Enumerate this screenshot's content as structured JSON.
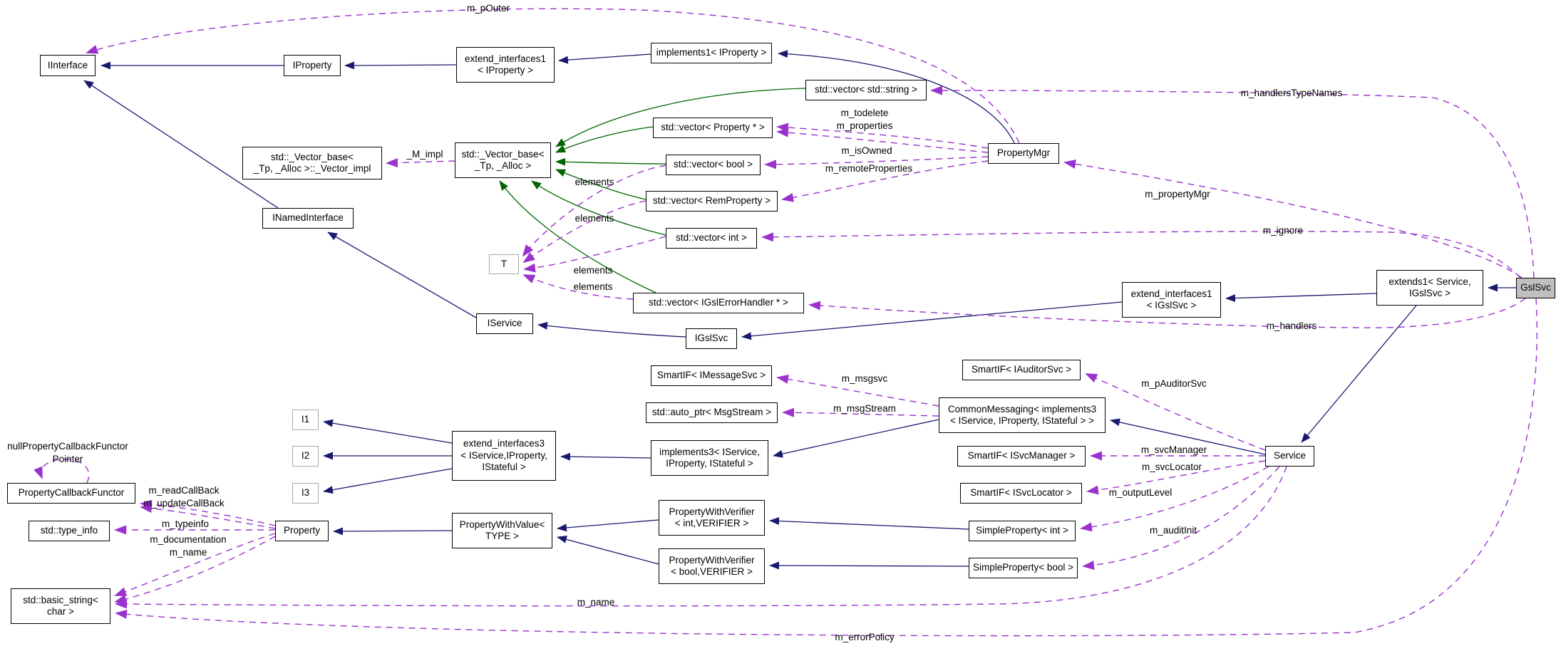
{
  "colors": {
    "inheritance_edge": "#191970",
    "usage_edge": "#9a32cd",
    "template_edge": "#006400",
    "node_fill": "#ffffff",
    "focus_node_fill": "#bfbfbf",
    "node_border": "#000000",
    "template_param_border": "#a8a8a8"
  },
  "nodes": [
    {
      "id": "IInterface",
      "label": "IInterface"
    },
    {
      "id": "IProperty",
      "label": "IProperty"
    },
    {
      "id": "extend_interfaces1_IProperty",
      "label": "extend_interfaces1\n< IProperty >"
    },
    {
      "id": "implements1_IProperty",
      "label": "implements1< IProperty >"
    },
    {
      "id": "vector_string",
      "label": "std::vector< std::string >"
    },
    {
      "id": "vector_Property_ptr",
      "label": "std::vector< Property * >"
    },
    {
      "id": "vector_bool",
      "label": "std::vector< bool >"
    },
    {
      "id": "vector_RemProperty",
      "label": "std::vector< RemProperty >"
    },
    {
      "id": "vector_int",
      "label": "std::vector< int >"
    },
    {
      "id": "Vector_base_Vector_impl",
      "label": "std::_Vector_base<\n_Tp, _Alloc >::_Vector_impl"
    },
    {
      "id": "Vector_base",
      "label": "std::_Vector_base<\n_Tp, _Alloc >"
    },
    {
      "id": "INamedInterface",
      "label": "INamedInterface"
    },
    {
      "id": "T",
      "label": "T"
    },
    {
      "id": "vector_IGslErrorHandler",
      "label": "std::vector< IGslErrorHandler * >"
    },
    {
      "id": "IService",
      "label": "IService"
    },
    {
      "id": "IGslSvc",
      "label": "IGslSvc"
    },
    {
      "id": "PropertyMgr",
      "label": "PropertyMgr"
    },
    {
      "id": "extend_interfaces1_IGslSvc",
      "label": "extend_interfaces1\n< IGslSvc >"
    },
    {
      "id": "extends1_Service_IGslSvc",
      "label": "extends1< Service,\nIGslSvc >"
    },
    {
      "id": "GslSvc",
      "label": "GslSvc"
    },
    {
      "id": "SmartIF_IMessageSvc",
      "label": "SmartIF< IMessageSvc >"
    },
    {
      "id": "auto_ptr_MsgStream",
      "label": "std::auto_ptr< MsgStream >"
    },
    {
      "id": "CommonMessaging",
      "label": "CommonMessaging< implements3\n< IService, IProperty, IStateful > >"
    },
    {
      "id": "SmartIF_IAuditorSvc",
      "label": "SmartIF< IAuditorSvc >"
    },
    {
      "id": "I1",
      "label": "I1"
    },
    {
      "id": "I2",
      "label": "I2"
    },
    {
      "id": "I3",
      "label": "I3"
    },
    {
      "id": "extend_interfaces3",
      "label": "extend_interfaces3\n< IService,IProperty,\nIStateful >"
    },
    {
      "id": "implements3",
      "label": "implements3< IService,\nIProperty, IStateful >"
    },
    {
      "id": "SmartIF_ISvcManager",
      "label": "SmartIF< ISvcManager >"
    },
    {
      "id": "SmartIF_ISvcLocator",
      "label": "SmartIF< ISvcLocator >"
    },
    {
      "id": "Service",
      "label": "Service"
    },
    {
      "id": "PropertyCallbackFunctor",
      "label": "PropertyCallbackFunctor"
    },
    {
      "id": "type_info",
      "label": "std::type_info"
    },
    {
      "id": "Property",
      "label": "Property"
    },
    {
      "id": "PropertyWithValue",
      "label": "PropertyWithValue<\nTYPE >"
    },
    {
      "id": "PropertyWithVerifier_int",
      "label": "PropertyWithVerifier\n< int,VERIFIER >"
    },
    {
      "id": "PropertyWithVerifier_bool",
      "label": "PropertyWithVerifier\n< bool,VERIFIER >"
    },
    {
      "id": "SimpleProperty_int",
      "label": "SimpleProperty< int >"
    },
    {
      "id": "SimpleProperty_bool",
      "label": "SimpleProperty< bool >"
    },
    {
      "id": "basic_string_char",
      "label": "std::basic_string<\nchar >"
    }
  ],
  "edge_labels": [
    {
      "text": "m_pOuter"
    },
    {
      "text": "_M_impl"
    },
    {
      "text": "m_todelete"
    },
    {
      "text": "m_properties"
    },
    {
      "text": "m_isOwned"
    },
    {
      "text": "m_remoteProperties"
    },
    {
      "text": "m_handlersTypeNames"
    },
    {
      "text": "m_propertyMgr"
    },
    {
      "text": "m_ignore"
    },
    {
      "text": "elements"
    },
    {
      "text": "elements"
    },
    {
      "text": "elements"
    },
    {
      "text": "elements"
    },
    {
      "text": "m_handlers"
    },
    {
      "text": "m_msgsvc"
    },
    {
      "text": "m_msgStream"
    },
    {
      "text": "m_pAuditorSvc"
    },
    {
      "text": "m_svcManager"
    },
    {
      "text": "m_svcLocator"
    },
    {
      "text": "m_outputLevel"
    },
    {
      "text": "m_auditInit"
    },
    {
      "text": "m_readCallBack"
    },
    {
      "text": "m_updateCallBack"
    },
    {
      "text": "m_typeinfo"
    },
    {
      "text": "m_documentation"
    },
    {
      "text": "m_name"
    },
    {
      "text": "nullPropertyCallbackFunctor\nPointer"
    },
    {
      "text": "m_name"
    },
    {
      "text": "m_errorPolicy"
    }
  ]
}
